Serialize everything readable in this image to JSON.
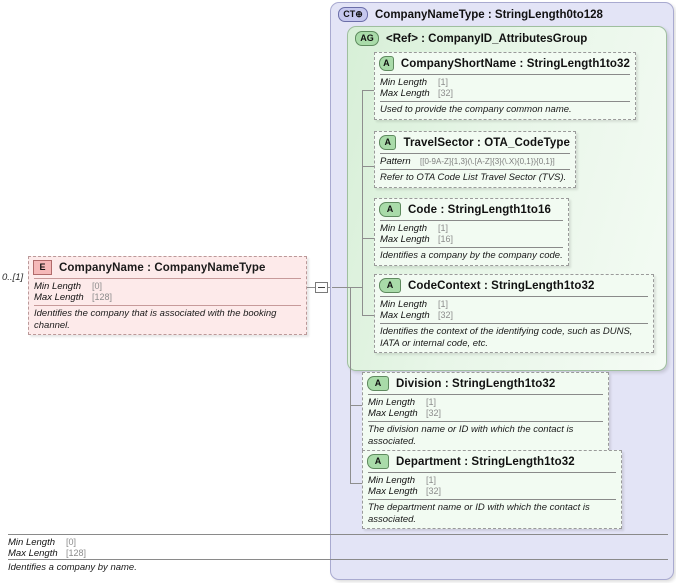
{
  "diagram": {
    "kind": "xsd-documentation-diagram",
    "element": {
      "badge": "E",
      "badge_name": "element-icon",
      "title": "CompanyName : CompanyNameType",
      "cardinality": "0..[1]",
      "facets": [
        {
          "name": "Min Length",
          "value": "[0]"
        },
        {
          "name": "Max Length",
          "value": "[128]"
        }
      ],
      "doc": "Identifies the company that is associated with the booking channel."
    },
    "complex_type": {
      "badge": "CT",
      "badge_name": "complextype-icon",
      "title": "CompanyNameType : StringLength0to128",
      "facets": [
        {
          "name": "Min Length",
          "value": "[0]"
        },
        {
          "name": "Max Length",
          "value": "[128]"
        }
      ],
      "doc": "Identifies a company by name."
    },
    "attribute_group": {
      "badge": "AG",
      "badge_name": "attributegroup-icon",
      "title": "<Ref>      : CompanyID_AttributesGroup",
      "attributes": [
        {
          "badge": "A",
          "title": "CompanyShortName : StringLength1to32",
          "facets": [
            {
              "name": "Min Length",
              "value": "[1]"
            },
            {
              "name": "Max Length",
              "value": "[32]"
            }
          ],
          "doc": "Used to provide the company common name."
        },
        {
          "badge": "A",
          "title": "TravelSector : OTA_CodeType",
          "facets": [
            {
              "name": "Pattern",
              "value": "[[0-9A-Z]{1,3}(\\.[A-Z]{3}(\\.X){0,1}){0,1}]"
            }
          ],
          "doc": "Refer to OTA Code List Travel Sector (TVS)."
        },
        {
          "badge": "A",
          "title": "Code       : StringLength1to16",
          "facets": [
            {
              "name": "Min Length",
              "value": "[1]"
            },
            {
              "name": "Max Length",
              "value": "[16]"
            }
          ],
          "doc": "Identifies a company by the company code."
        },
        {
          "badge": "A",
          "title": "CodeContext : StringLength1to32",
          "facets": [
            {
              "name": "Min Length",
              "value": "[1]"
            },
            {
              "name": "Max Length",
              "value": "[32]"
            }
          ],
          "doc": "Identifies the context of the identifying code, such as DUNS, IATA or internal code, etc."
        }
      ]
    },
    "attributes": [
      {
        "badge": "A",
        "title": "Division  : StringLength1to32",
        "facets": [
          {
            "name": "Min Length",
            "value": "[1]"
          },
          {
            "name": "Max Length",
            "value": "[32]"
          }
        ],
        "doc": "The division name or ID with which the contact is associated."
      },
      {
        "badge": "A",
        "title": "Department : StringLength1to32",
        "facets": [
          {
            "name": "Min Length",
            "value": "[1]"
          },
          {
            "name": "Max Length",
            "value": "[32]"
          }
        ],
        "doc": "The department name or ID with which the contact is associated."
      }
    ],
    "colors": {
      "element_fill": "#fdeaea",
      "attribute_fill": "#f2fbf2",
      "complextype_fill": "#e3e4f6",
      "attributegroup_fill": "#d7efd7",
      "line": "#8e8e8e"
    }
  }
}
